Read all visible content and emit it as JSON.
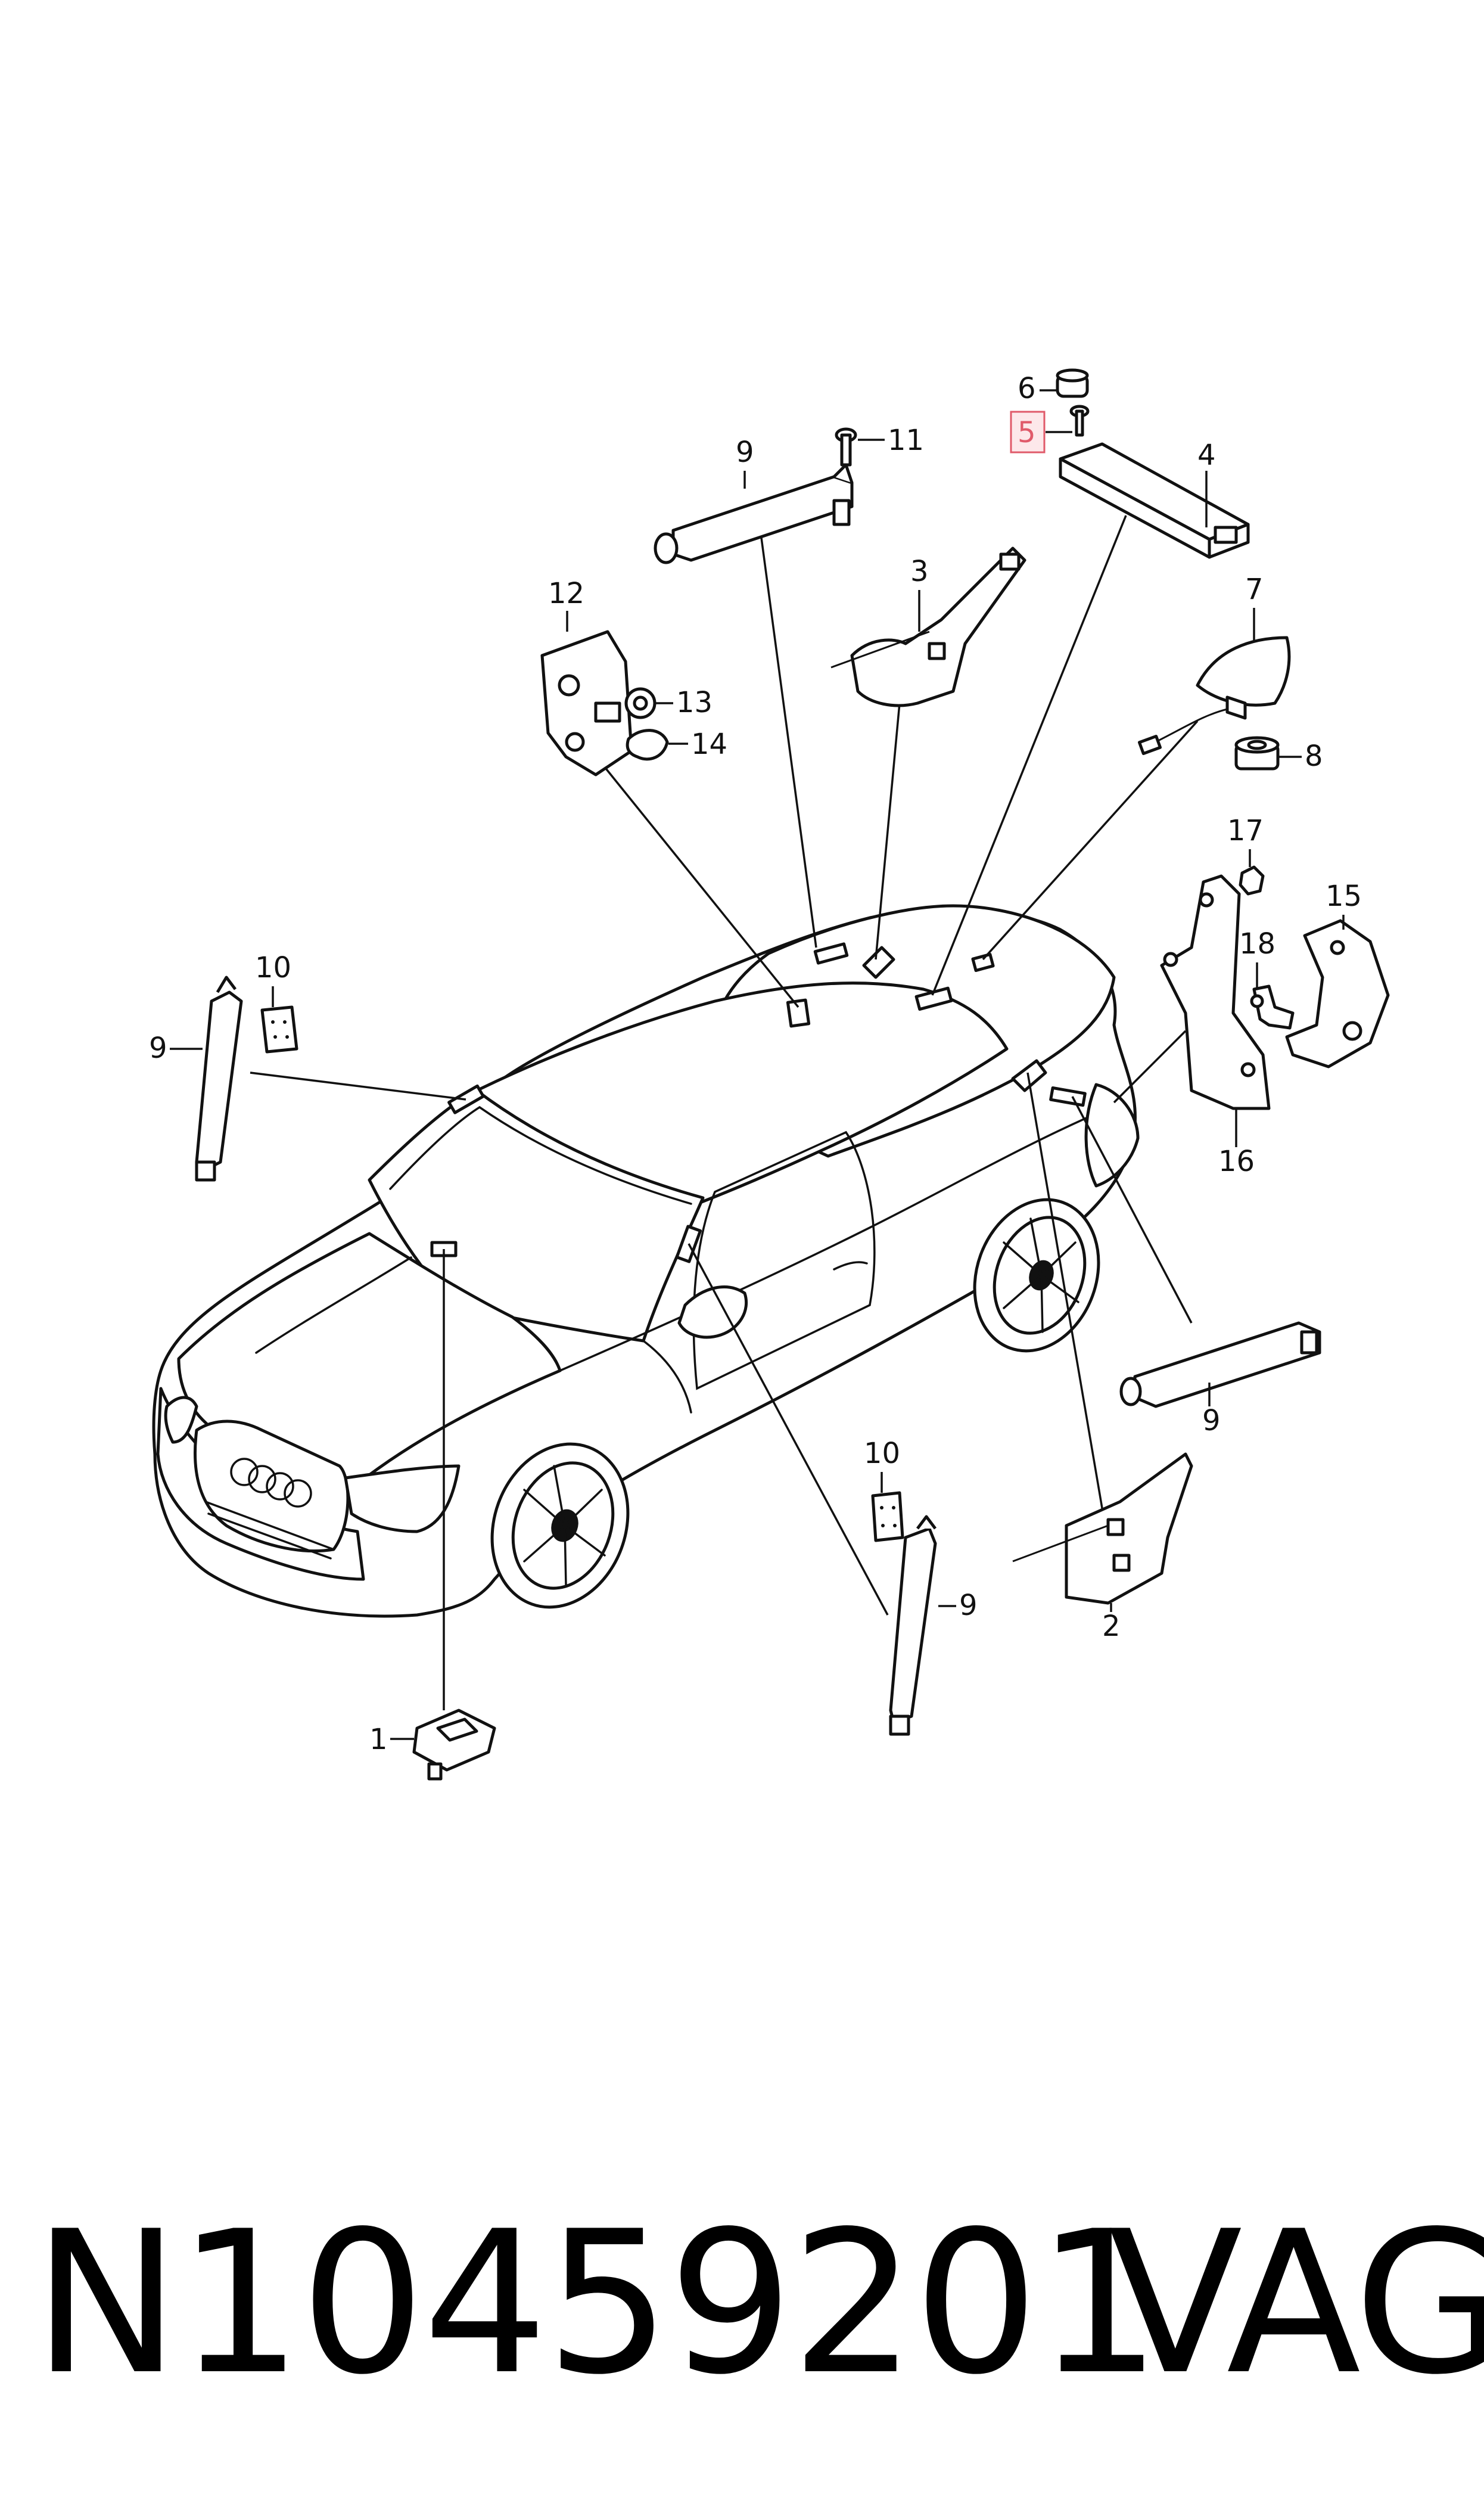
{
  "callouts": {
    "c1": "1",
    "c2": "2",
    "c3": "3",
    "c4": "4",
    "c5": "5",
    "c6": "6",
    "c7": "7",
    "c8": "8",
    "c9a": "9",
    "c9b": "9",
    "c9c": "9",
    "c9d": "9",
    "c10a": "10",
    "c10b": "10",
    "c11": "11",
    "c12": "12",
    "c13": "13",
    "c14": "14",
    "c15": "15",
    "c16": "16",
    "c17": "17",
    "c18": "18"
  },
  "highlighted_callout": "5",
  "highlight_color": "#e05a6a",
  "footer": {
    "part_number": "N10459201",
    "brand": "VAG"
  }
}
